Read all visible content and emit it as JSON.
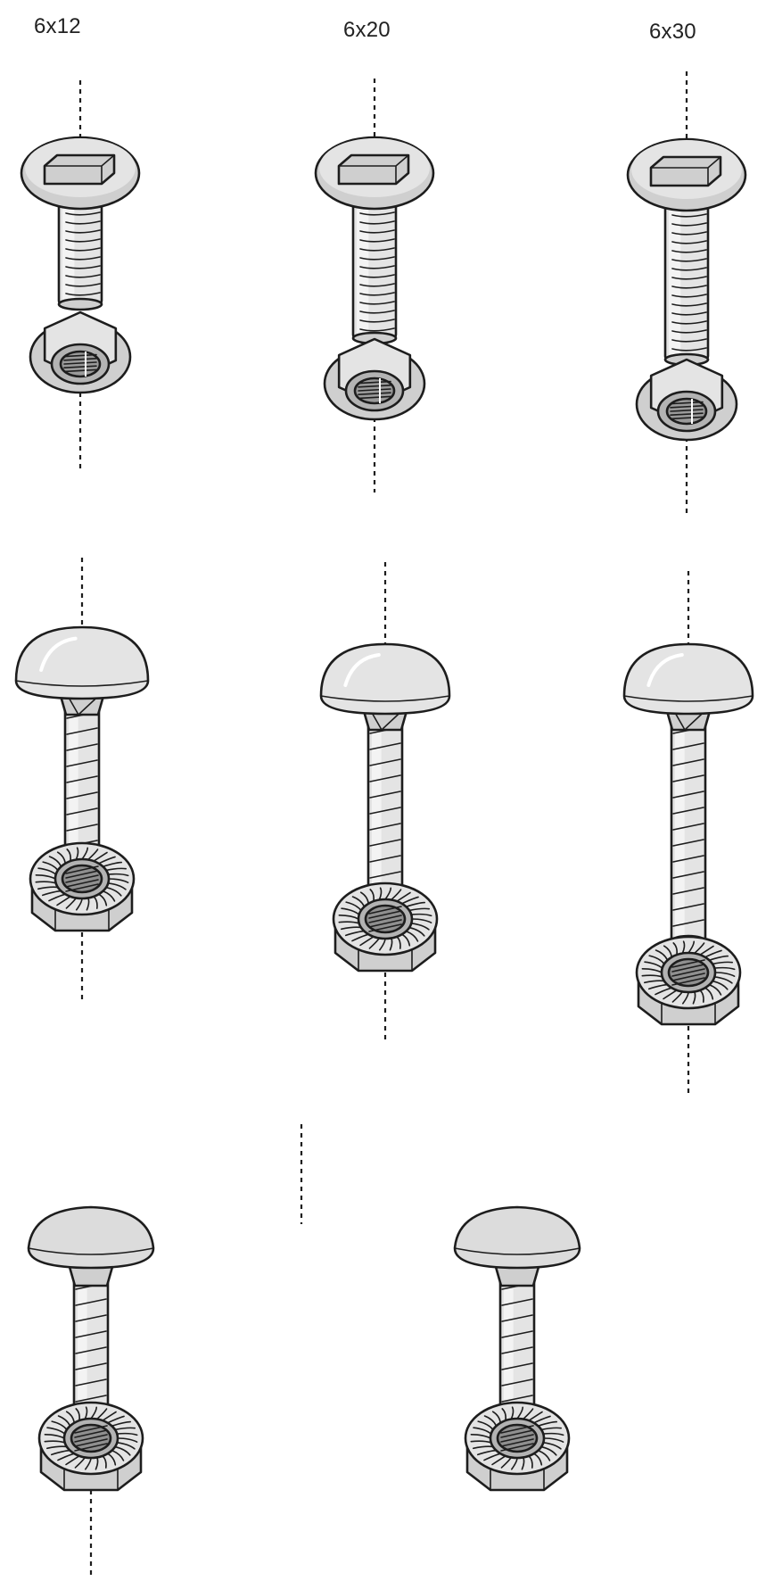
{
  "labels": {
    "col1": "6x12",
    "col2": "6x20",
    "col3": "6x30"
  },
  "colors": {
    "outline": "#1d1d1d",
    "metal_light": "#e4e4e4",
    "metal_mid": "#cfcfcf",
    "metal_dark": "#b3b3b3",
    "background": "#ffffff"
  },
  "sections": [
    {
      "name": "square-neck-bolts-with-hex-nuts",
      "bolt_style": "hex-top",
      "nut_style": "hex",
      "items": [
        {
          "size": "6x12"
        },
        {
          "size": "6x20"
        },
        {
          "size": "6x30"
        }
      ]
    },
    {
      "name": "carriage-bolts-with-serrated-flange-nuts",
      "bolt_style": "dome",
      "nut_style": "serrated-flange",
      "items": [
        {
          "size": "6x12"
        },
        {
          "size": "6x20"
        },
        {
          "size": "6x30"
        }
      ]
    },
    {
      "name": "carriage-bolts-with-serrated-flange-nuts-pair",
      "bolt_style": "flat-dome",
      "nut_style": "serrated-flange",
      "items": [
        {
          "size": "left"
        },
        {
          "size": "right"
        }
      ]
    }
  ]
}
